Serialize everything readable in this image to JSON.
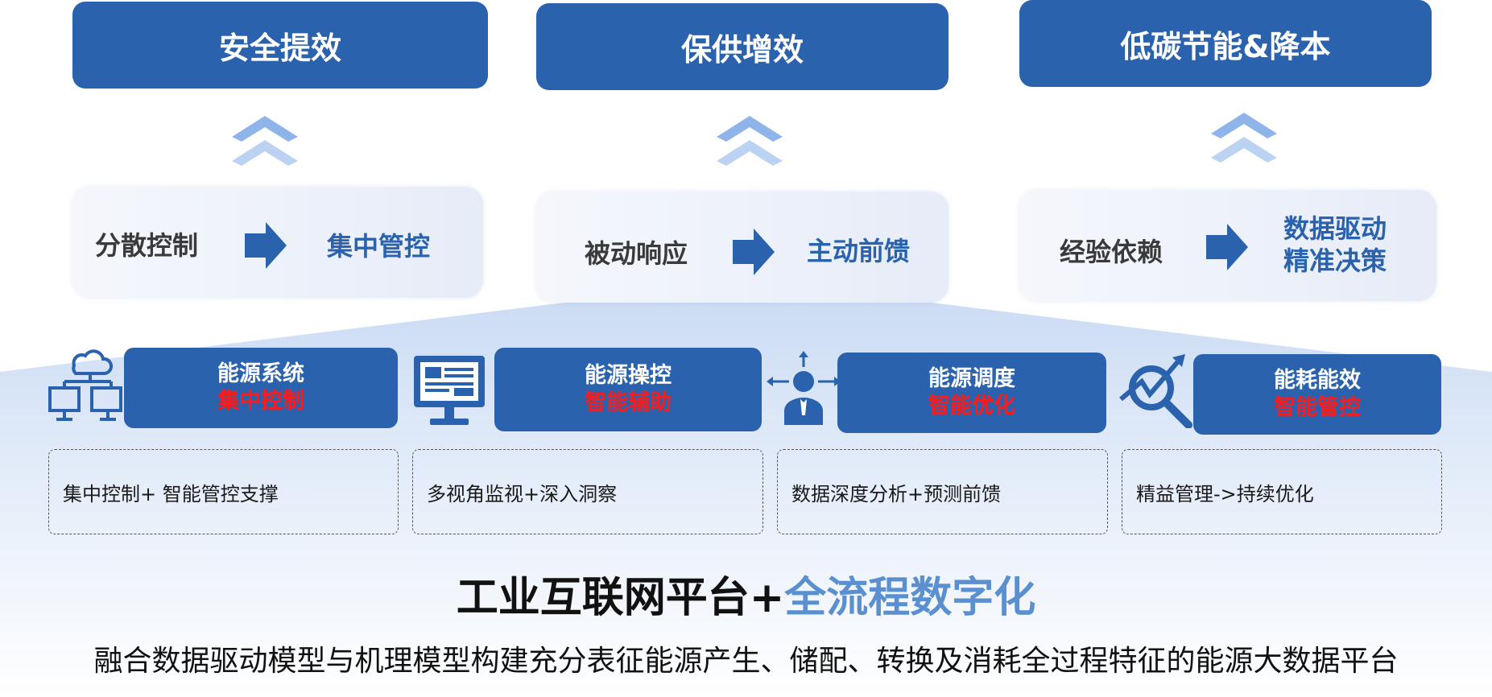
{
  "goals": [
    "安全提效",
    "保供增效",
    "低碳节能&降本"
  ],
  "transitions": [
    {
      "from": "分散控制",
      "to": "集中管控"
    },
    {
      "from": "被动响应",
      "to": "主动前馈"
    },
    {
      "from": "经验依赖",
      "to_line1": "数据驱动",
      "to_line2": "精准决策"
    }
  ],
  "capabilities": [
    {
      "title": "能源系统",
      "subtitle": "集中控制",
      "icon": "network-cloud-icon",
      "description": "集中控制+ 智能管控支撑"
    },
    {
      "title": "能源操控",
      "subtitle": "智能辅助",
      "icon": "monitor-icon",
      "description": "多视角监视+深入洞察"
    },
    {
      "title": "能源调度",
      "subtitle": "智能优化",
      "icon": "dispatcher-icon",
      "description": "数据深度分析+预测前馈"
    },
    {
      "title": "能耗能效",
      "subtitle": "智能管控",
      "icon": "analytics-magnifier-icon",
      "description": "精益管理->持续优化"
    }
  ],
  "platform": {
    "part1": "工业互联网平台+",
    "part2": "全流程数字化"
  },
  "footer": "融合数据驱动模型与机理模型构建充分表征能源产生、储配、转换及消耗全过程特征的能源大数据平台",
  "colors": {
    "primary": "#2a62ad",
    "accent_red": "#ff1a1a",
    "platform_blue": "#5a8fd0"
  }
}
